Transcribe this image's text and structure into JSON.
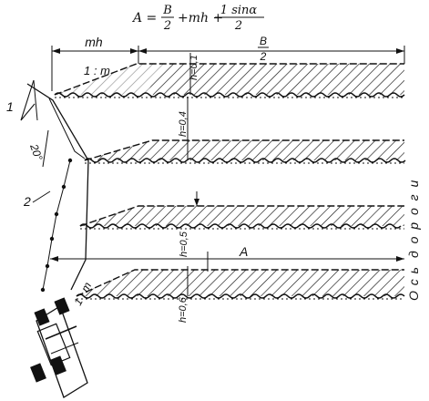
{
  "formula": {
    "lhs": "A =",
    "frac1_num": "B",
    "frac1_den": "2",
    "mid": "+mh +",
    "frac2_num": "1 sinα",
    "frac2_den": "2"
  },
  "dims": {
    "mh": "mh",
    "half_b_num": "B",
    "half_b_den": "2",
    "slope": "1 : m",
    "a": "A",
    "angle": "20°"
  },
  "heights": [
    "h=0,1",
    "h=0,4",
    "h=0,5",
    "h=0,6"
  ],
  "labels": {
    "item1": "1",
    "item2": "2"
  },
  "road_axis": [
    "О с ь",
    "д о р о г и"
  ]
}
